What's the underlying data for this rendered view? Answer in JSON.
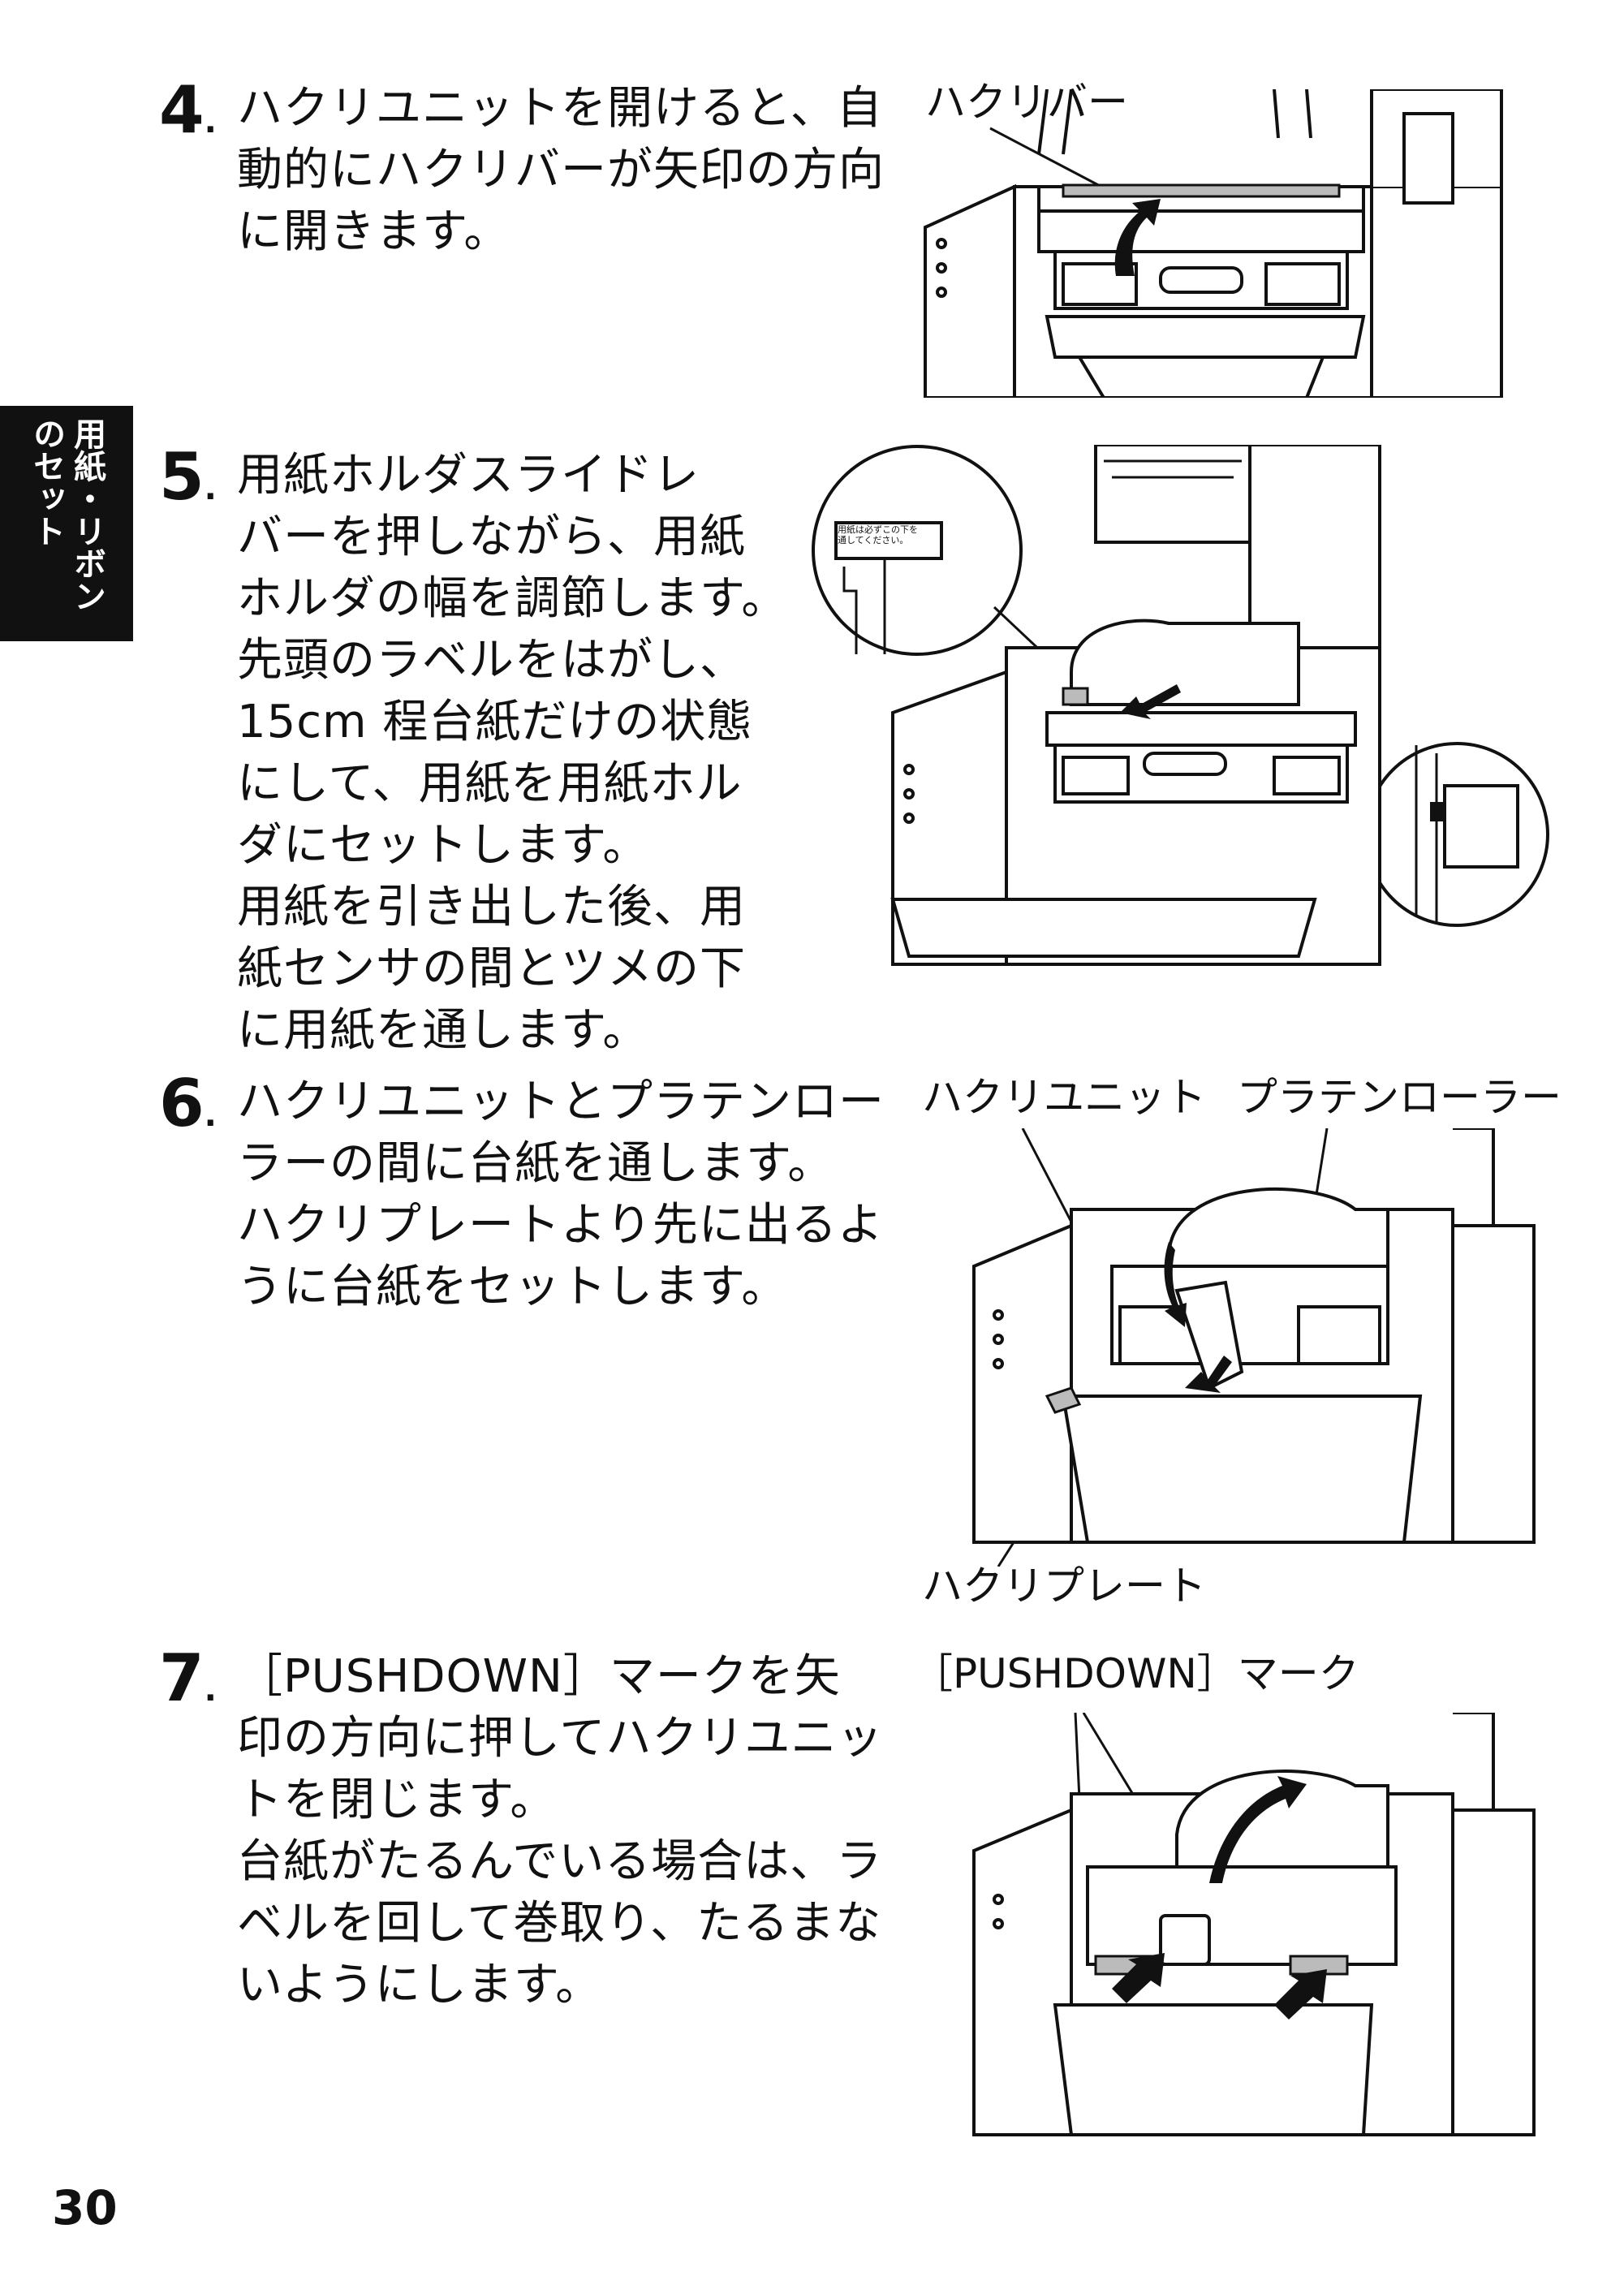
{
  "side_tab": {
    "lines": [
      "用紙・リボン",
      "のセット"
    ]
  },
  "steps": [
    {
      "num": "4",
      "text": "ハクリユニットを開けると、自\n動的にハクリバーが矢印の方向\nに開きます。"
    },
    {
      "num": "5",
      "text": "用紙ホルダスライドレ\nバーを押しながら、用紙\nホルダの幅を調節します。\n先頭のラベルをはがし、\n15cm 程台紙だけの状態\nにして、用紙を用紙ホル\nダにセットします。\n用紙を引き出した後、用\n紙センサの間とツメの下\nに用紙を通します。"
    },
    {
      "num": "6",
      "text": "ハクリユニットとプラテンロー\nラーの間に台紙を通します。\nハクリプレートより先に出るよ\nうに台紙をセットします。"
    },
    {
      "num": "7",
      "text": "［PUSHDOWN］マークを矢\n印の方向に押してハクリユニッ\nトを閉じます。\n台紙がたるんでいる場合は、ラ\nベルを回して巻取り、たるまな\nいようにします。"
    }
  ],
  "figure_labels": {
    "fig4_peel_bar": "ハクリバー",
    "fig5_sticker": "用紙は必ずこの下を\n通してください。",
    "fig6_peel_unit": "ハクリユニット",
    "fig6_platen_roller": "プラテンローラー",
    "fig6_peel_plate": "ハクリプレート",
    "fig7_pushdown_mark": "［PUSHDOWN］マーク"
  },
  "page_number": "30"
}
